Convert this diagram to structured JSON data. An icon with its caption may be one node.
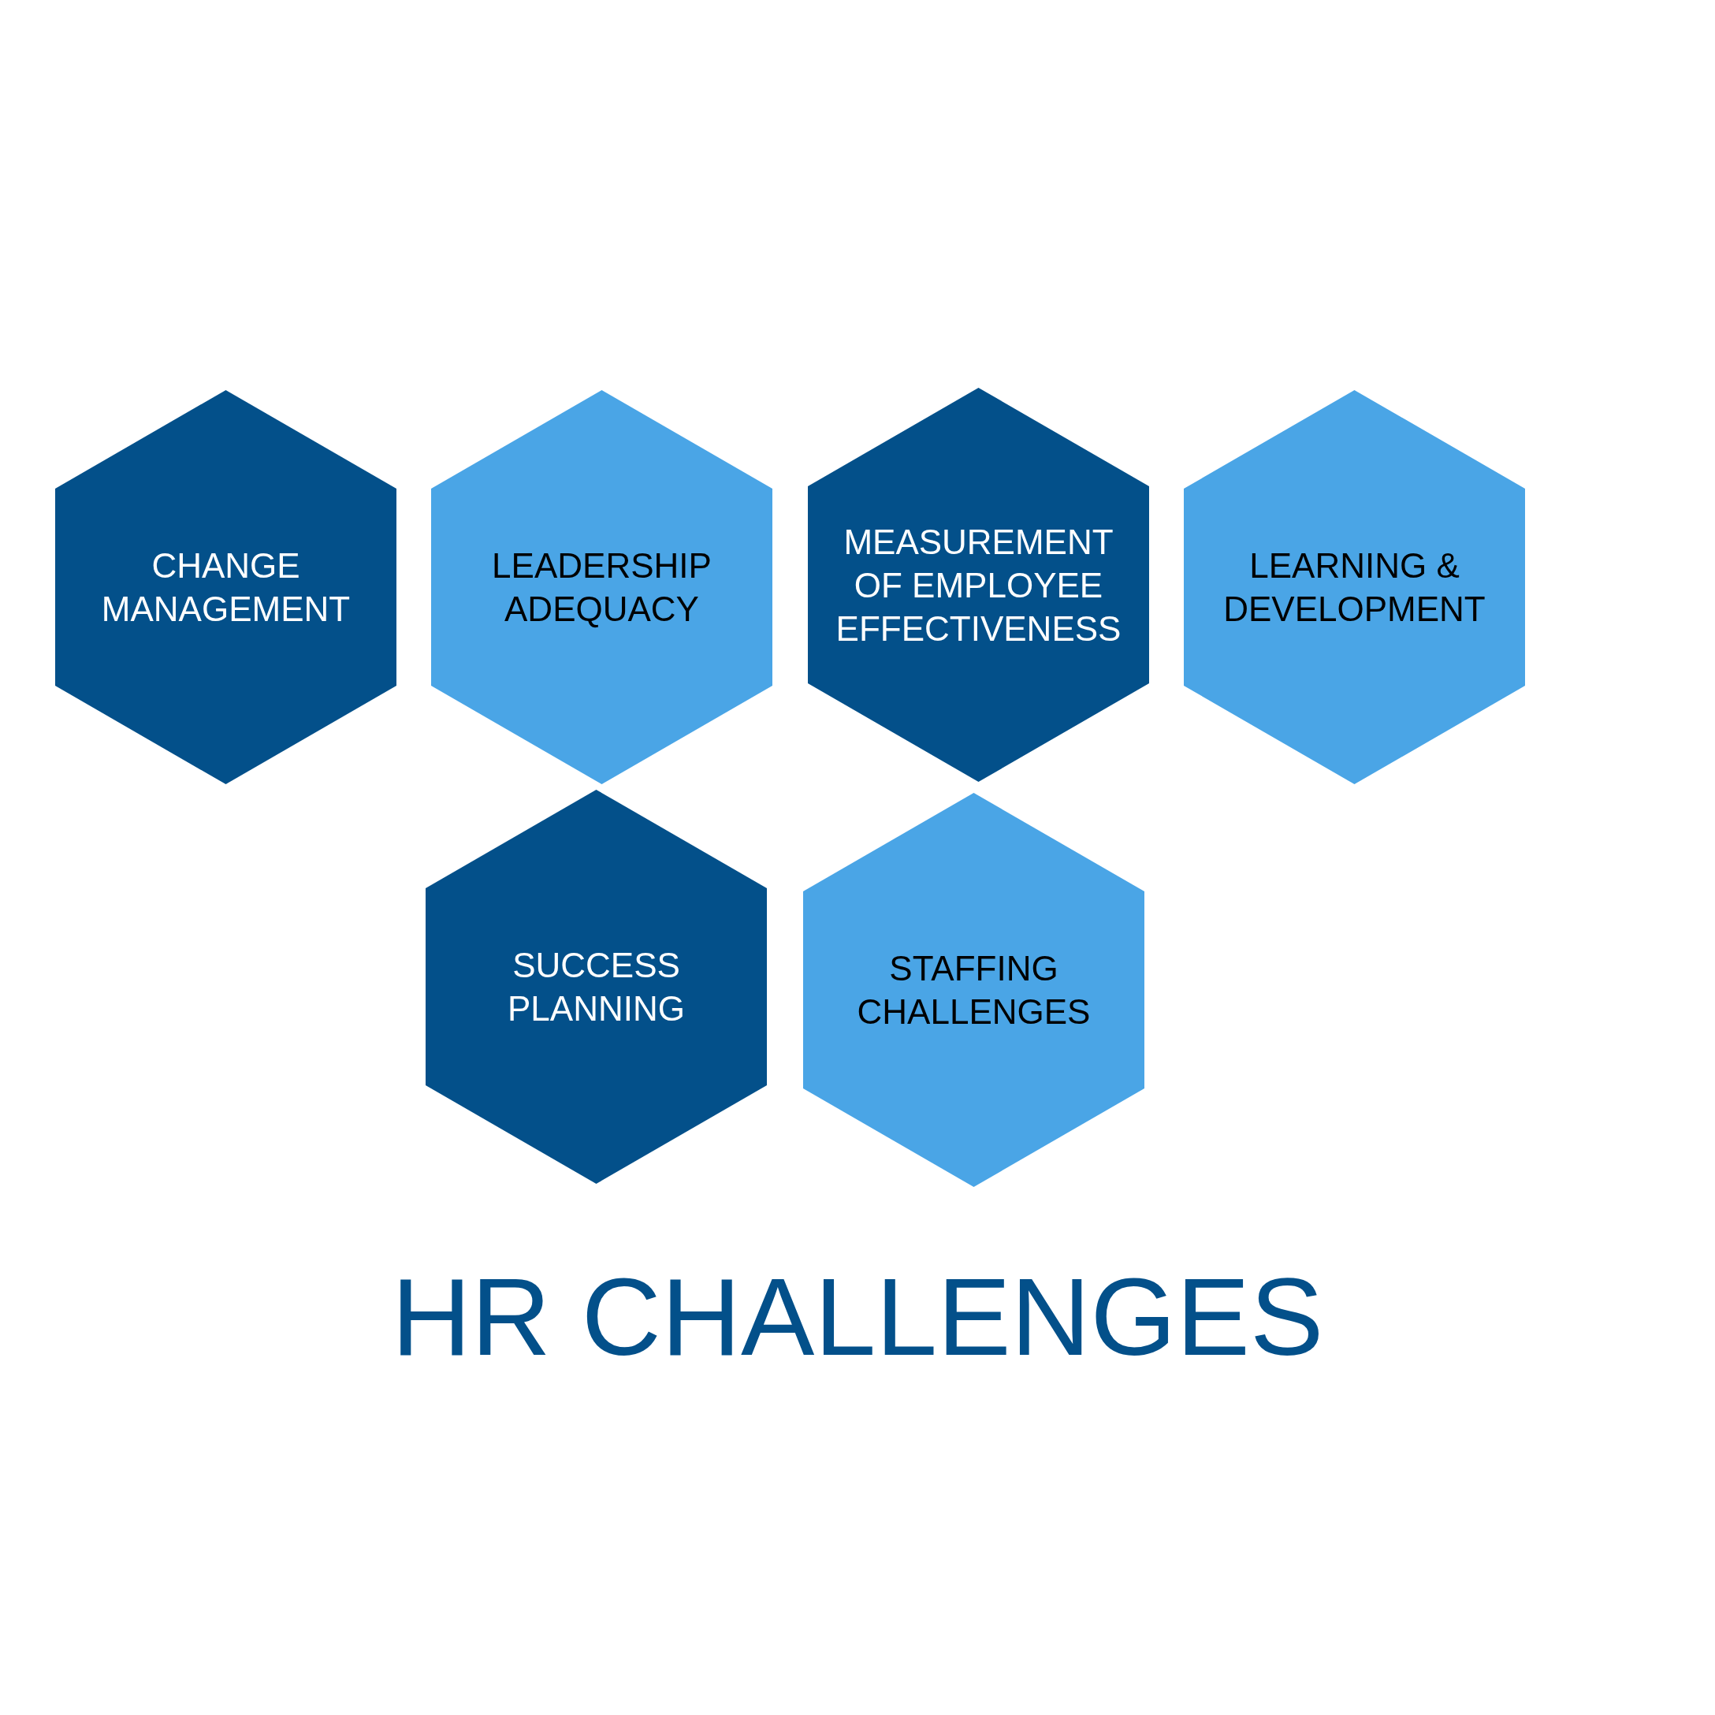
{
  "diagram": {
    "title": "HR CHALLENGES",
    "nodes": [
      {
        "text": [
          "CHANGE MANAGEMENT"
        ]
      },
      {
        "text": [
          "LEADERSHIP ADEQUACY"
        ]
      },
      {
        "text": [
          "MEASUREMENT OF EMPLOYEE EFFECTIVENESS"
        ]
      },
      {
        "text": [
          "LEARNING & DEVELOPMENT"
        ]
      },
      {
        "text": [
          "SUCCESS PLANNING"
        ]
      },
      {
        "text": [
          "STAFFING CHALLENGES"
        ]
      }
    ],
    "edges": []
  }
}
